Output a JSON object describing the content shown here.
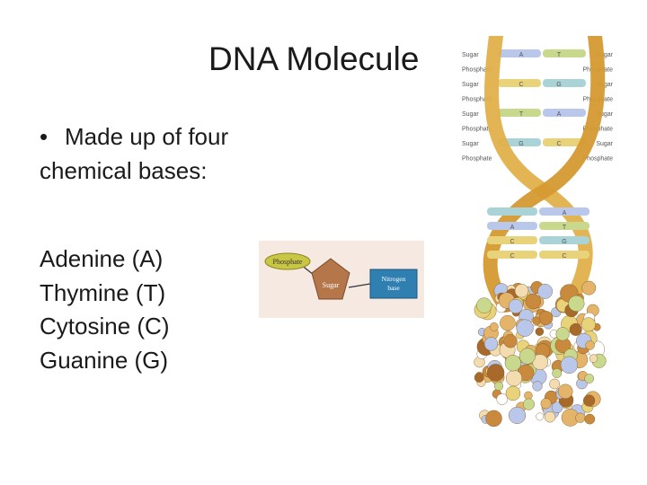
{
  "slide": {
    "title": "DNA Molecule",
    "bullet": "Made up of four chemical bases:",
    "bases": [
      "Adenine (A)",
      "Thymine (T)",
      "Cytosine (C)",
      "Guanine (G)"
    ]
  },
  "nucleotide": {
    "phosphate": "Phosphate",
    "sugar": "Sugar",
    "base_line1": "Nitrogen",
    "base_line2": "base"
  },
  "dna_ladder": {
    "rows": [
      {
        "left": "Sugar",
        "pair_left": "A",
        "pair_right": "T",
        "right": "Sugar"
      },
      {
        "left": "Phosphate",
        "right": "Phosphate"
      },
      {
        "left": "Sugar",
        "pair_left": "C",
        "pair_right": "G",
        "right": "Sugar"
      },
      {
        "left": "Phosphate",
        "right": "Phosphate"
      },
      {
        "left": "Sugar",
        "pair_left": "T",
        "pair_right": "A",
        "right": "Sugar"
      },
      {
        "left": "Phosphate",
        "right": "Phosphate"
      },
      {
        "left": "Sugar",
        "pair_left": "G",
        "pair_right": "C",
        "right": "Sugar"
      },
      {
        "left": "Phosphate",
        "right": "Phosphate"
      }
    ],
    "lower_pairs": [
      {
        "left": "",
        "right": "A"
      },
      {
        "left": "A",
        "right": "T"
      },
      {
        "left": "C",
        "right": "G"
      },
      {
        "left": "C",
        "right": "C"
      }
    ]
  },
  "colors": {
    "backbone": "#e2b04a",
    "adenine": "#b9c7ea",
    "thymine": "#c8d98d",
    "cytosine": "#e8d37a",
    "guanine": "#a9d3d6",
    "base_box": "#2f7fb0",
    "phosphate": "#c9c545",
    "sugar": "#b5764a"
  }
}
